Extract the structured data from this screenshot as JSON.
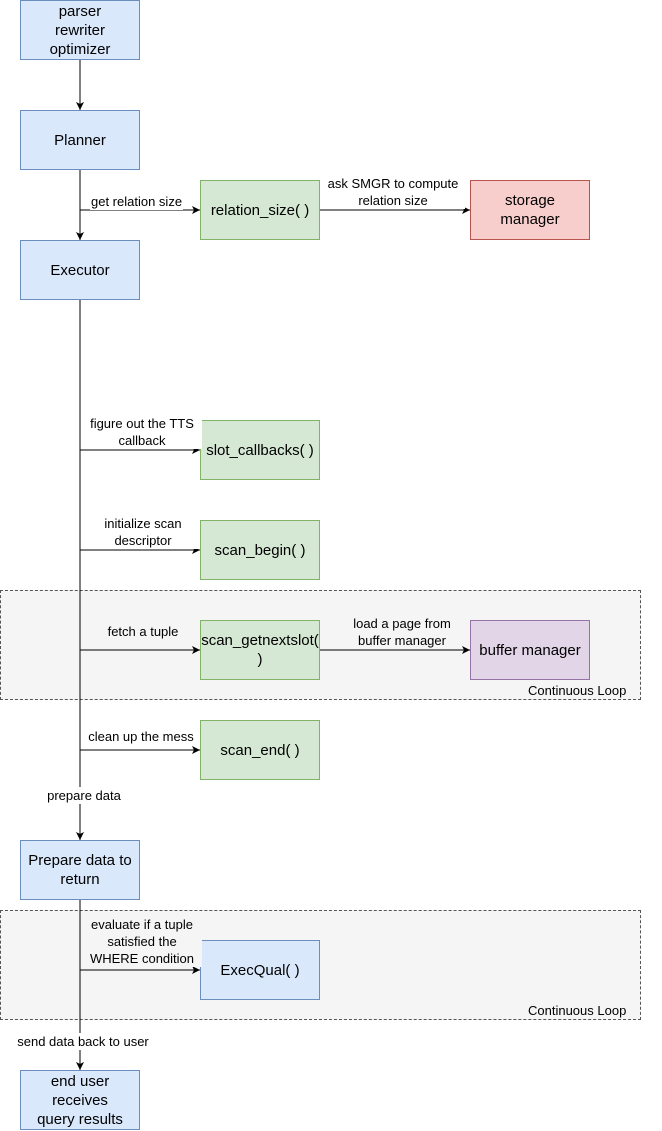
{
  "diagram": {
    "colors": {
      "process_fill": "#dae8fc",
      "process_stroke": "#6c8ebf",
      "callback_fill": "#d5e8d4",
      "callback_stroke": "#82b366",
      "storage_fill": "#f8cecc",
      "storage_stroke": "#b85450",
      "buffer_fill": "#e1d5e7",
      "buffer_stroke": "#9673a6",
      "loop_fill": "#f5f5f5",
      "edge": "#000000"
    },
    "nodes": {
      "parser": "parser\nrewriter\noptimizer",
      "planner": "Planner",
      "executor": "Executor",
      "relation_size": "relation_size( )",
      "storage_manager": "storage\nmanager",
      "slot_callbacks": "slot_callbacks( )",
      "scan_begin": "scan_begin( )",
      "scan_getnextslot": "scan_getnextslot(\n)",
      "buffer_manager": "buffer manager",
      "scan_end": "scan_end( )",
      "prepare_data": "Prepare data to\nreturn",
      "execqual": "ExecQual( )",
      "end_user": "end user\nreceives\nquery results"
    },
    "edge_labels": {
      "get_relation_size": "get relation size",
      "ask_smgr": "ask SMGR to compute\nrelation size",
      "figure_tts": "figure out the TTS\ncallback",
      "init_scan": "initialize scan\ndescriptor",
      "fetch_tuple": "fetch a tuple",
      "load_page": "load a page from\nbuffer manager",
      "clean_up": "clean up the mess",
      "prepare_data": "prepare data",
      "evaluate": "evaluate if a tuple\nsatisfied the\nWHERE condition",
      "send_back": "send data back to user"
    },
    "loops": {
      "scan_loop": "Continuous Loop",
      "qual_loop": "Continuous Loop"
    }
  }
}
